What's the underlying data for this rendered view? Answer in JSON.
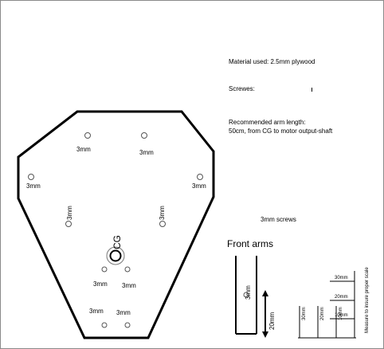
{
  "notes": {
    "material": "Material used: 2.5mm plywood",
    "screws": "Screwes:",
    "recommended_title": "Recommended arm length:",
    "recommended_value": "50cm, from CG to motor output-shaft",
    "screws_size": "3mm screws"
  },
  "plate": {
    "hole_label": "3mm",
    "center_label": "CG"
  },
  "front_arms": {
    "title": "Front arms",
    "hole_label": "3mm",
    "dimension": "20mm"
  },
  "scale": {
    "label_30": "30mm",
    "label_20": "20mm",
    "label_10": "10mm",
    "caption": "Measure to insure proper scale"
  }
}
